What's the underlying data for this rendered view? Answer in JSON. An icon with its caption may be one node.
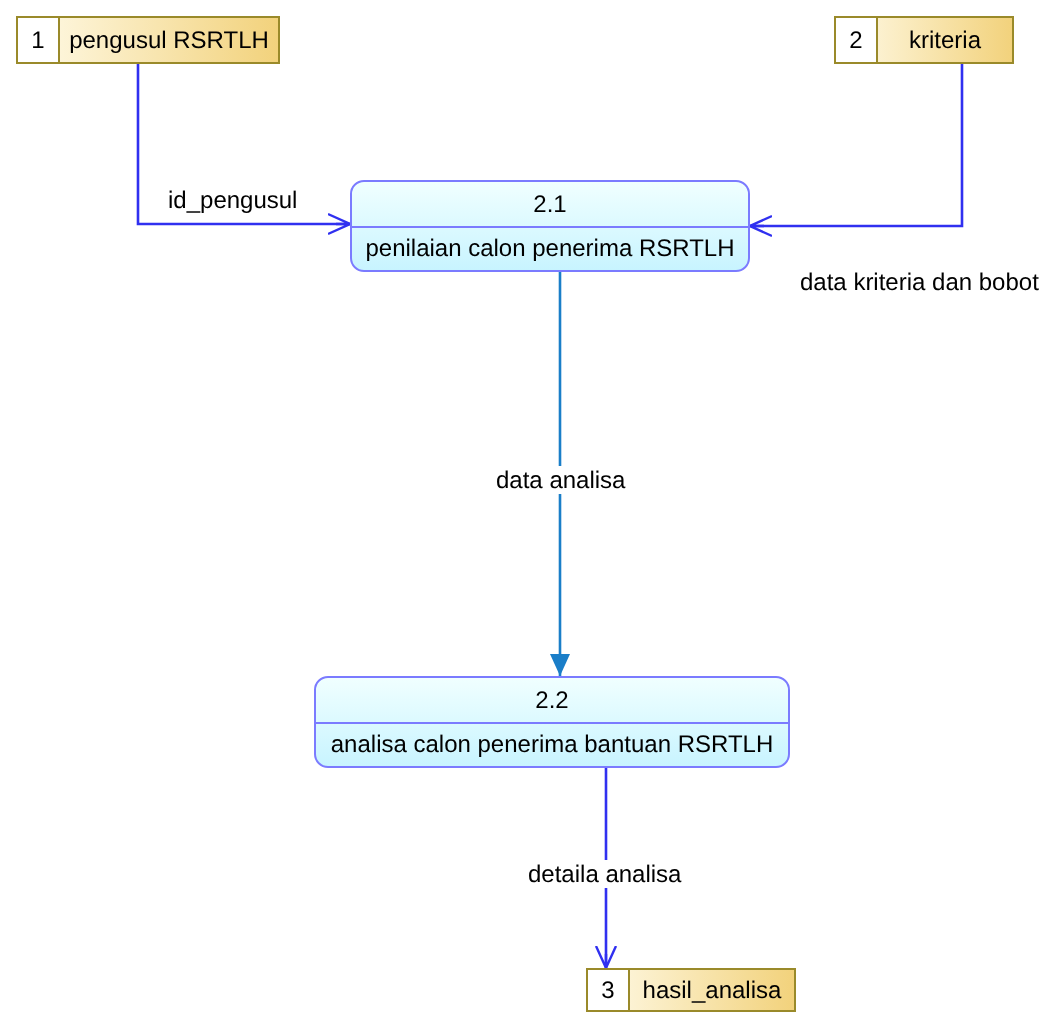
{
  "diagram": {
    "nodes": [
      {
        "text": [
          "1",
          "pengusul RSRTLH"
        ]
      },
      {
        "text": [
          "2",
          "kriteria"
        ]
      },
      {
        "text": [
          "2.1",
          "penilaian calon penerima RSRTLH"
        ]
      },
      {
        "text": [
          "2.2",
          "analisa calon penerima bantuan RSRTLH"
        ]
      },
      {
        "text": [
          "3",
          "hasil_analisa"
        ]
      }
    ],
    "edges": [
      {
        "from": 0,
        "to": 2,
        "arrow": "to",
        "label": "id_pengusul"
      },
      {
        "from": 1,
        "to": 2,
        "arrow": "to",
        "label": "data kriteria dan bobot"
      },
      {
        "from": 2,
        "to": 3,
        "arrow": "to",
        "label": "data analisa",
        "color": "#1a7ec8"
      },
      {
        "from": 3,
        "to": 4,
        "arrow": "to",
        "label": "detaila analisa"
      }
    ]
  }
}
